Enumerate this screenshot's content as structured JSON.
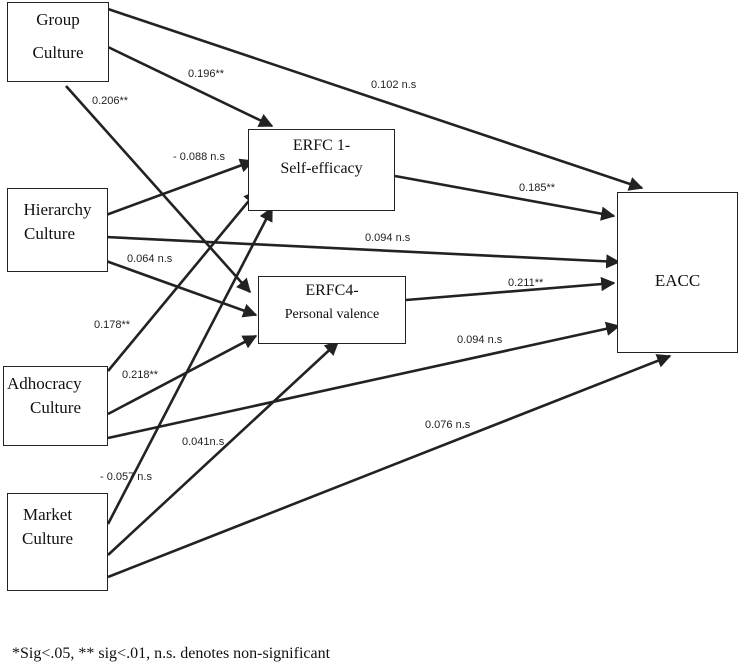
{
  "nodes": {
    "group": {
      "line1": "Group",
      "line2": "Culture"
    },
    "hierarchy": {
      "line1": "Hierarchy",
      "line2": "Culture"
    },
    "adhocracy": {
      "line1": "Adhocracy",
      "line2": "Culture"
    },
    "market": {
      "line1": "Market",
      "line2": "Culture"
    },
    "erfc1": {
      "line1": "ERFC 1-",
      "line2": "Self-efficacy"
    },
    "erfc4": {
      "line1": "ERFC4-",
      "line2": "Personal valence"
    },
    "eacc": {
      "label": "EACC"
    }
  },
  "paths": [
    {
      "id": "group-erfc1",
      "from": "Group Culture",
      "to": "ERFC 1- Self-efficacy",
      "coef": "0.196**"
    },
    {
      "id": "group-eacc",
      "from": "Group Culture",
      "to": "EACC",
      "coef": "0.102 n.s"
    },
    {
      "id": "group-erfc4",
      "from": "Group Culture",
      "to": "ERFC4- Personal valence",
      "coef": "0.206**"
    },
    {
      "id": "hierarchy-erfc1",
      "from": "Hierarchy Culture",
      "to": "ERFC 1- Self-efficacy",
      "coef": "- 0.088 n.s"
    },
    {
      "id": "hierarchy-eacc",
      "from": "Hierarchy Culture",
      "to": "EACC",
      "coef": "0.094 n.s"
    },
    {
      "id": "hierarchy-erfc4",
      "from": "Hierarchy Culture",
      "to": "ERFC4- Personal valence",
      "coef": "0.064 n.s"
    },
    {
      "id": "erfc1-eacc",
      "from": "ERFC 1- Self-efficacy",
      "to": "EACC",
      "coef": "0.185**"
    },
    {
      "id": "erfc4-eacc",
      "from": "ERFC4- Personal valence",
      "to": "EACC",
      "coef": "0.211**"
    },
    {
      "id": "adhocracy-erfc1",
      "from": "Adhocracy Culture",
      "to": "ERFC 1- Self-efficacy",
      "coef": "0.178**"
    },
    {
      "id": "adhocracy-erfc4",
      "from": "Adhocracy Culture",
      "to": "ERFC4- Personal valence",
      "coef": "0.218**"
    },
    {
      "id": "adhocracy-eacc",
      "from": "Adhocracy Culture",
      "to": "EACC",
      "coef": "0.094  n.s"
    },
    {
      "id": "market-erfc1",
      "from": "Market Culture",
      "to": "ERFC 1- Self-efficacy",
      "coef": "- 0.057 n.s"
    },
    {
      "id": "market-erfc4",
      "from": "Market Culture",
      "to": "ERFC4- Personal valence",
      "coef": "0.041n.s"
    },
    {
      "id": "market-eacc",
      "from": "Market Culture",
      "to": "EACC",
      "coef": "0.076 n.s"
    }
  ],
  "footnote": "*Sig<.05, ** sig<.01, n.s. denotes non-significant"
}
